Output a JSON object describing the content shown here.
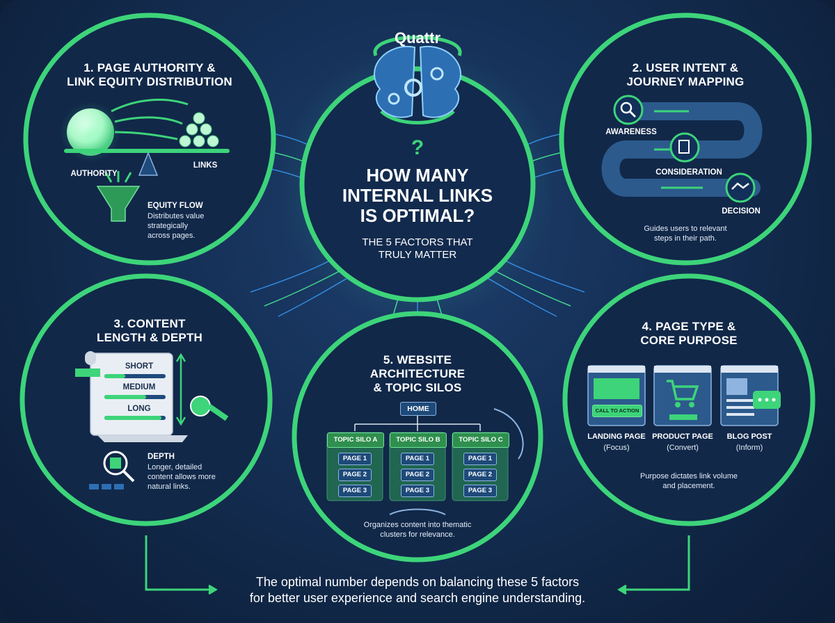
{
  "logo": "Quattr",
  "center": {
    "question_mark": "?",
    "title_lines": [
      "HOW MANY",
      "INTERNAL LINKS",
      "IS OPTIMAL?"
    ],
    "subtitle_lines": [
      "THE 5 FACTORS THAT",
      "TRULY MATTER"
    ]
  },
  "factor1": {
    "title_lines": [
      "1. PAGE AUTHORITY &",
      "LINK EQUITY DISTRIBUTION"
    ],
    "authority_label": "AUTHORITY",
    "links_label": "LINKS",
    "equity_title": "EQUITY FLOW",
    "equity_lines": [
      "Distributes value",
      "strategically",
      "across pages."
    ]
  },
  "factor2": {
    "title_lines": [
      "2. USER INTENT &",
      "JOURNEY MAPPING"
    ],
    "awareness": "AWARENESS",
    "consideration": "CONSIDERATION",
    "decision": "DECISION",
    "caption_lines": [
      "Guides users to relevant",
      "steps in their path."
    ]
  },
  "factor3": {
    "title_lines": [
      "3. CONTENT",
      "LENGTH & DEPTH"
    ],
    "short": "SHORT",
    "medium": "MEDIUM",
    "long": "LONG",
    "depth_title": "DEPTH",
    "depth_lines": [
      "Longer, detailed",
      "content allows more",
      "natural links."
    ]
  },
  "factor4": {
    "title_lines": [
      "4. PAGE TYPE &",
      "CORE PURPOSE"
    ],
    "cta": "CALL TO ACTION",
    "pages": [
      {
        "name": "LANDING PAGE",
        "role": "(Focus)"
      },
      {
        "name": "PRODUCT PAGE",
        "role": "(Convert)"
      },
      {
        "name": "BLOG POST",
        "role": "(Inform)"
      }
    ],
    "caption_lines": [
      "Purpose dictates link volume",
      "and placement."
    ]
  },
  "factor5": {
    "title_lines": [
      "5. WEBSITE",
      "ARCHITECTURE",
      "& TOPIC SILOS"
    ],
    "home": "HOME",
    "silos": [
      "TOPIC SILO A",
      "TOPIC SILO B",
      "TOPIC SILO C"
    ],
    "pages": [
      "PAGE 1",
      "PAGE 2",
      "PAGE 3"
    ],
    "caption_lines": [
      "Organizes content into thematic",
      "clusters for relevance."
    ]
  },
  "footer_lines": [
    "The optimal number depends on balancing these 5 factors",
    "for better user experience and search engine understanding."
  ],
  "colors": {
    "accent_green": "#3dd47a",
    "background": "#132b4e",
    "ring_fill": "#12294a"
  }
}
